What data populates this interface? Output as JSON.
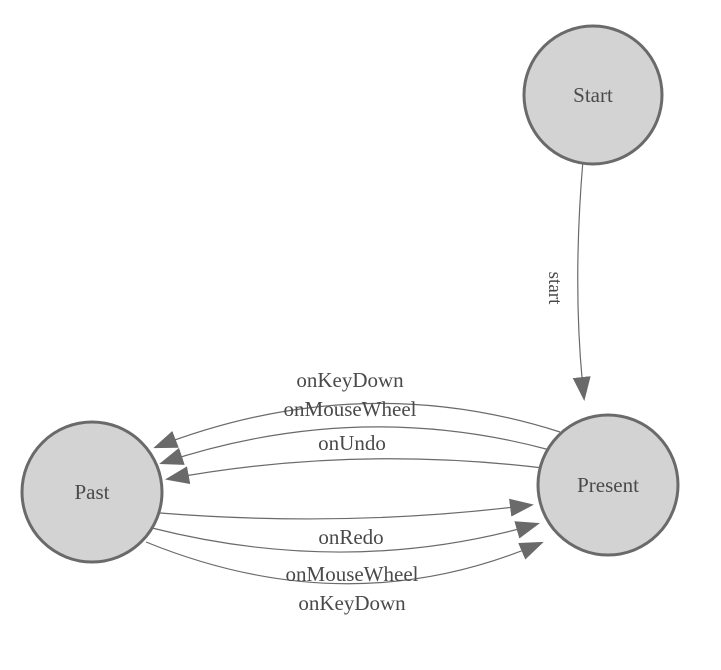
{
  "diagram": {
    "title": "undo-redo state diagram",
    "colors": {
      "background": "#ffffff",
      "node_fill": "#d3d3d3",
      "node_stroke": "#6a6a6a",
      "edge_color": "#6a6a6a",
      "text_color": "#4a4a4a"
    },
    "nodes": [
      {
        "id": "start",
        "label": "Start"
      },
      {
        "id": "present",
        "label": "Present"
      },
      {
        "id": "past",
        "label": "Past"
      }
    ],
    "edges": [
      {
        "from": "Start",
        "to": "Present",
        "label": "start"
      },
      {
        "from": "Present",
        "to": "Past",
        "label": "onKeyDown"
      },
      {
        "from": "Present",
        "to": "Past",
        "label": "onMouseWheel"
      },
      {
        "from": "Present",
        "to": "Past",
        "label": "onUndo"
      },
      {
        "from": "Past",
        "to": "Present",
        "label": "onRedo"
      },
      {
        "from": "Past",
        "to": "Present",
        "label": "onMouseWheel"
      },
      {
        "from": "Past",
        "to": "Present",
        "label": "onKeyDown"
      }
    ]
  }
}
